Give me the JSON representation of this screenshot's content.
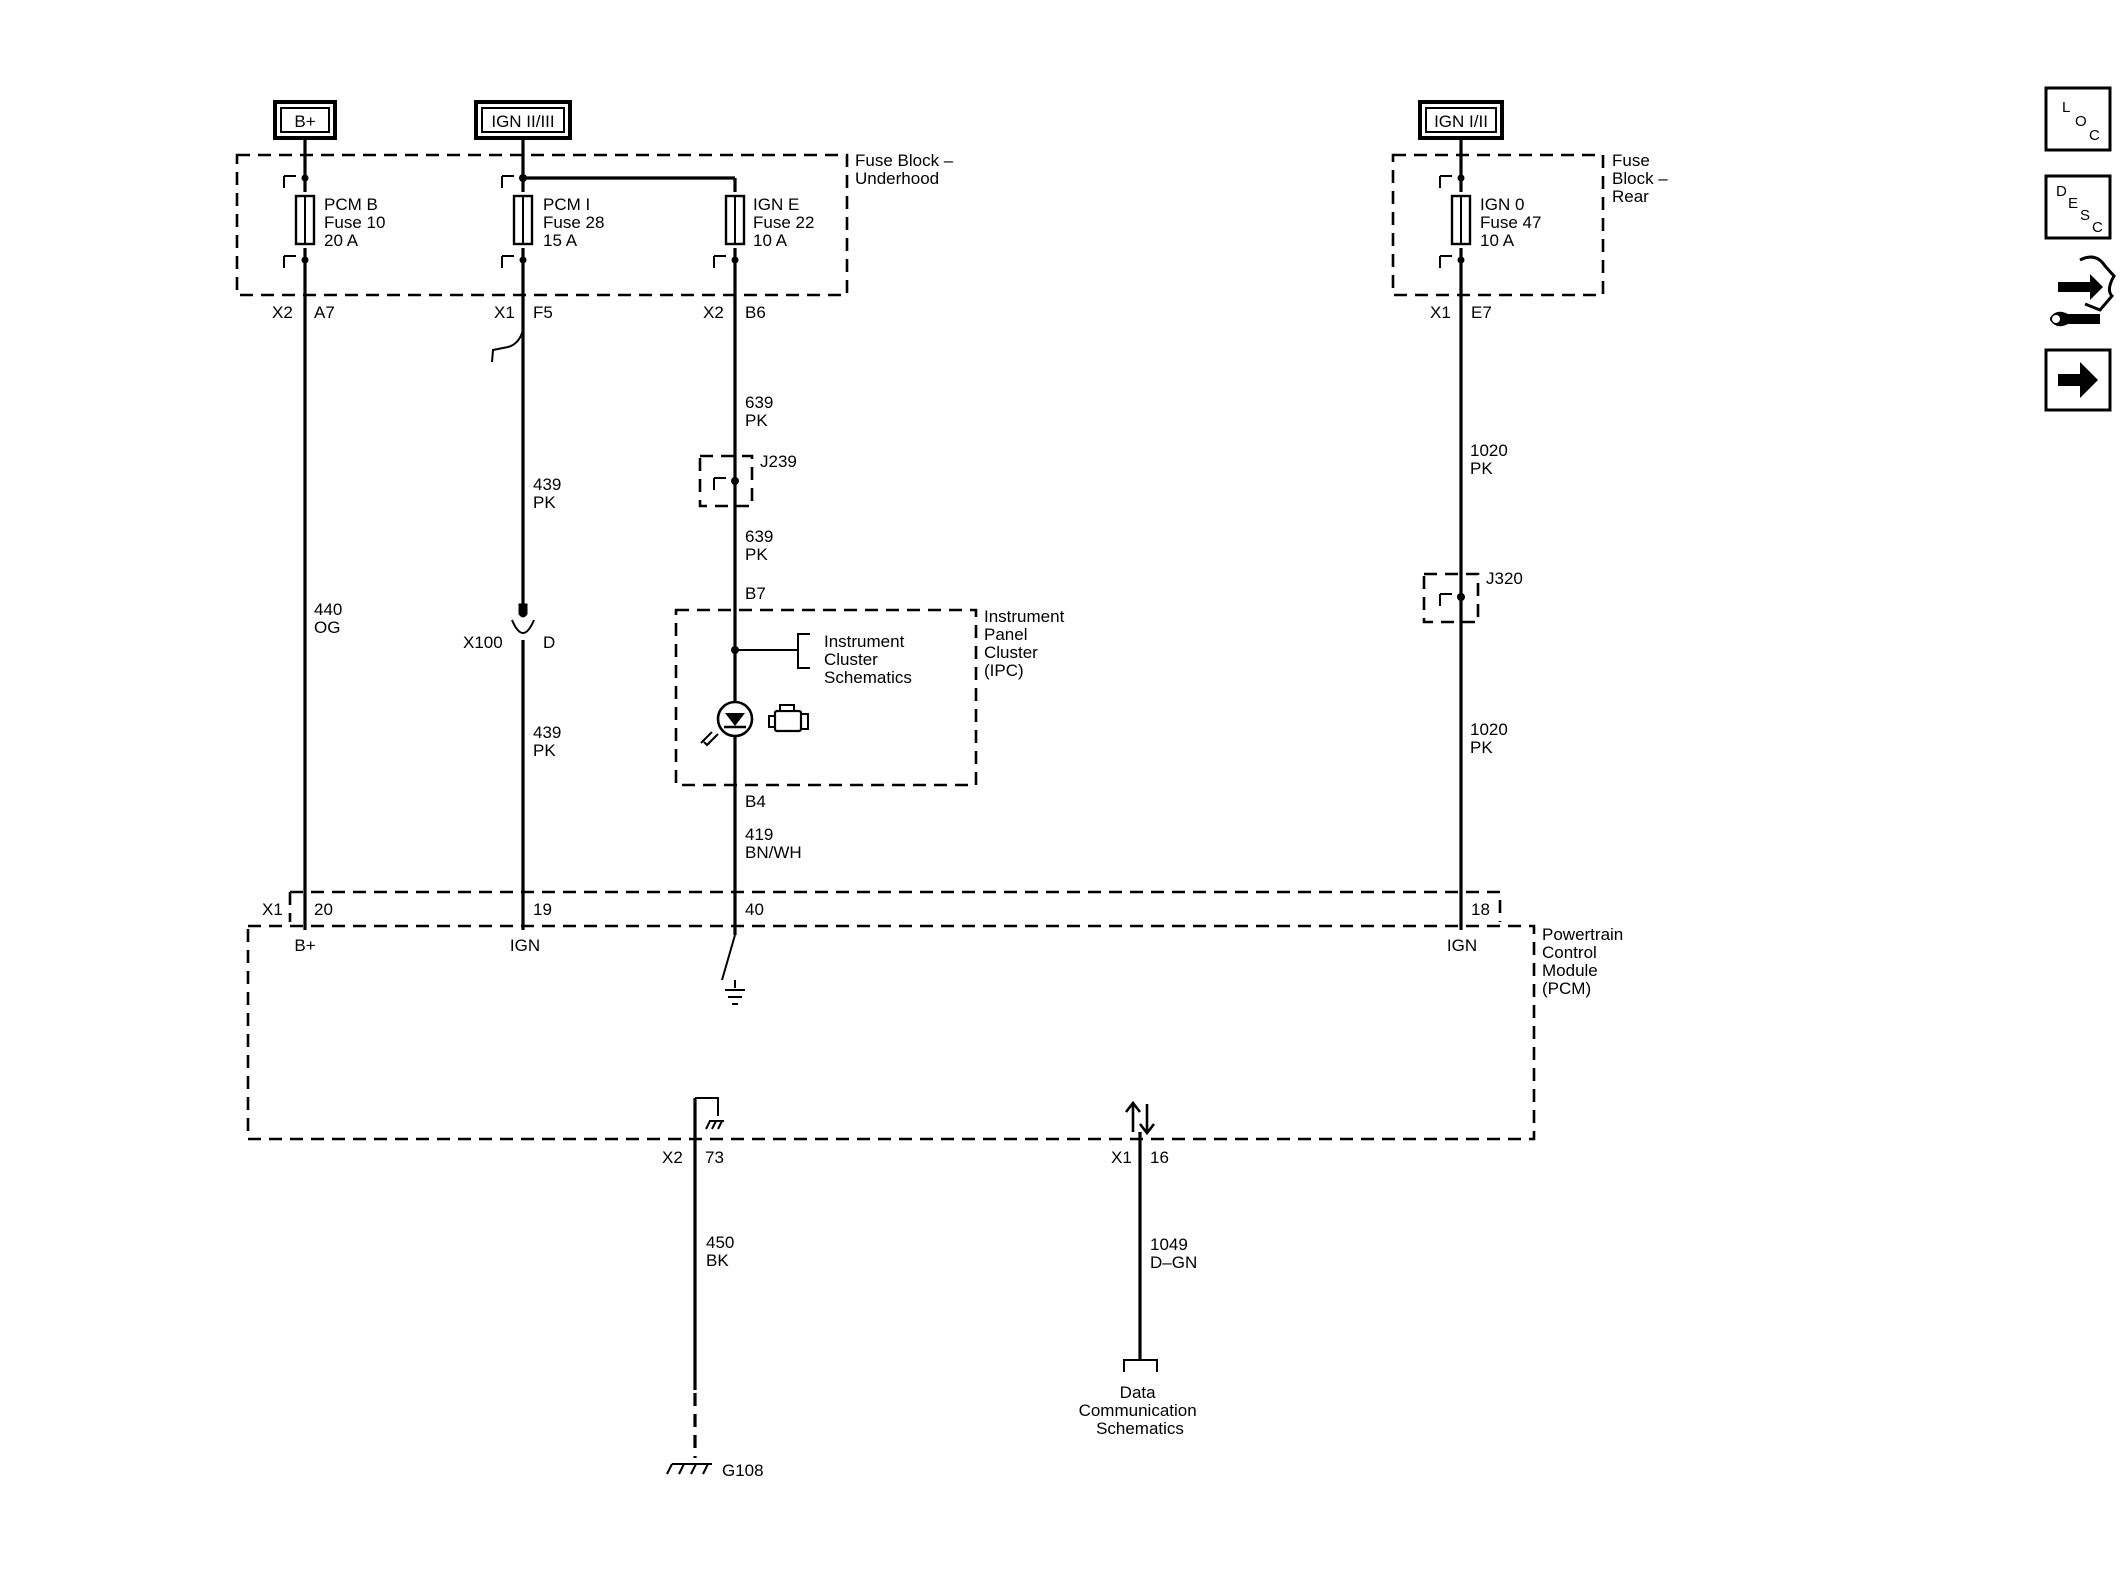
{
  "power_sources": {
    "b_plus": "B+",
    "ign_2_3": "IGN II/III",
    "ign_1_2": "IGN I/II"
  },
  "fuse_blocks": {
    "underhood": [
      "Fuse Block –",
      "Underhood"
    ],
    "rear": [
      "Fuse",
      "Block –",
      "Rear"
    ]
  },
  "fuses": {
    "pcm_b": [
      "PCM B",
      "Fuse 10",
      "20 A"
    ],
    "pcm_i": [
      "PCM I",
      "Fuse 28",
      "15 A"
    ],
    "ign_e": [
      "IGN E",
      "Fuse 22",
      "10 A"
    ],
    "ign_0": [
      "IGN 0",
      "Fuse 47",
      "10 A"
    ]
  },
  "connectors": {
    "fb_pcmb": [
      "X2",
      "A7"
    ],
    "fb_pcmi": [
      "X1",
      "F5"
    ],
    "fb_igne": [
      "X2",
      "B6"
    ],
    "fb_ign0": [
      "X1",
      "E7"
    ],
    "x100": [
      "X100",
      "D"
    ],
    "ipc_in": "B7",
    "ipc_out": "B4",
    "pcm_x1": "X1",
    "pcm_pin_20": "20",
    "pcm_pin_19": "19",
    "pcm_pin_40": "40",
    "pcm_pin_18": "18",
    "pcm_gnd": [
      "X2",
      "73"
    ],
    "pcm_data": [
      "X1",
      "16"
    ]
  },
  "wires": {
    "w440": [
      "440",
      "OG"
    ],
    "w439a": [
      "439",
      "PK"
    ],
    "w439b": [
      "439",
      "PK"
    ],
    "w639a": [
      "639",
      "PK"
    ],
    "w639b": [
      "639",
      "PK"
    ],
    "w419": [
      "419",
      "BN/WH"
    ],
    "w1020a": [
      "1020",
      "PK"
    ],
    "w1020b": [
      "1020",
      "PK"
    ],
    "w450": [
      "450",
      "BK"
    ],
    "w1049": [
      "1049",
      "D–GN"
    ]
  },
  "splices": {
    "j239": "J239",
    "j320": "J320"
  },
  "ipc": {
    "name": [
      "Instrument",
      "Panel",
      "Cluster",
      "(IPC)"
    ],
    "link": [
      "Instrument",
      "Cluster",
      "Schematics"
    ]
  },
  "pcm": {
    "name": [
      "Powertrain",
      "Control",
      "Module",
      "(PCM)"
    ],
    "pin_bplus": "B+",
    "pin_ign1": "IGN",
    "pin_ign2": "IGN"
  },
  "ground": "G108",
  "data_comm": [
    "Data",
    "Communication",
    "Schematics"
  ],
  "nav": {
    "loc": [
      "L",
      "O",
      "C"
    ],
    "desc": [
      "D",
      "E",
      "S",
      "C"
    ]
  }
}
